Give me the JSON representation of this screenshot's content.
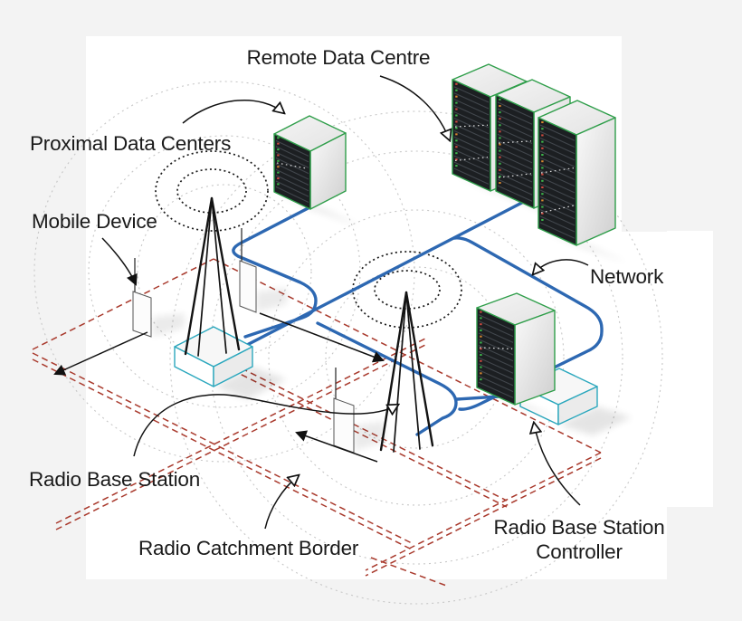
{
  "diagram": {
    "type": "isometric-network-architecture",
    "labels": {
      "remote_dc": "Remote Data Centre",
      "proximal_dc": "Proximal Data Centers",
      "mobile_device": "Mobile Device",
      "network": "Network",
      "radio_base_station": "Radio Base Station",
      "radio_catchment_border": "Radio Catchment Border",
      "rbsc_line1": "Radio Base Station",
      "rbsc_line2": "Controller"
    },
    "components": [
      {
        "name": "remote-data-centre",
        "type": "server-rack-group",
        "racks": 3
      },
      {
        "name": "proximal-data-center",
        "type": "server-rack",
        "racks": 1
      },
      {
        "name": "radio-base-station-tower",
        "type": "antenna-tower",
        "count": 2
      },
      {
        "name": "mobile-device",
        "type": "handset",
        "count": 3
      },
      {
        "name": "radio-base-station-controller",
        "type": "controller-unit",
        "count": 1
      },
      {
        "name": "controller-rack",
        "type": "server-rack",
        "racks": 1
      },
      {
        "name": "network-link",
        "type": "backbone-line"
      },
      {
        "name": "radio-catchment-border",
        "type": "dashed-boundary"
      },
      {
        "name": "radio-coverage-rings",
        "type": "dotted-circles"
      }
    ],
    "colors": {
      "network_line": "#2d68b2",
      "catchment_border": "#a93a2d",
      "rack_outline": "#2f9e4a",
      "controller_outline": "#2aa7bd",
      "text": "#1a1a1a",
      "canvas": "#ffffff",
      "page_bg": "#f3f3f3",
      "coverage_ring": "#c7c7c7",
      "radio_wave": "#1a1a1a",
      "led_green": "#3cb54a",
      "led_red": "#cf4a3f",
      "led_orange": "#d8862f"
    }
  }
}
